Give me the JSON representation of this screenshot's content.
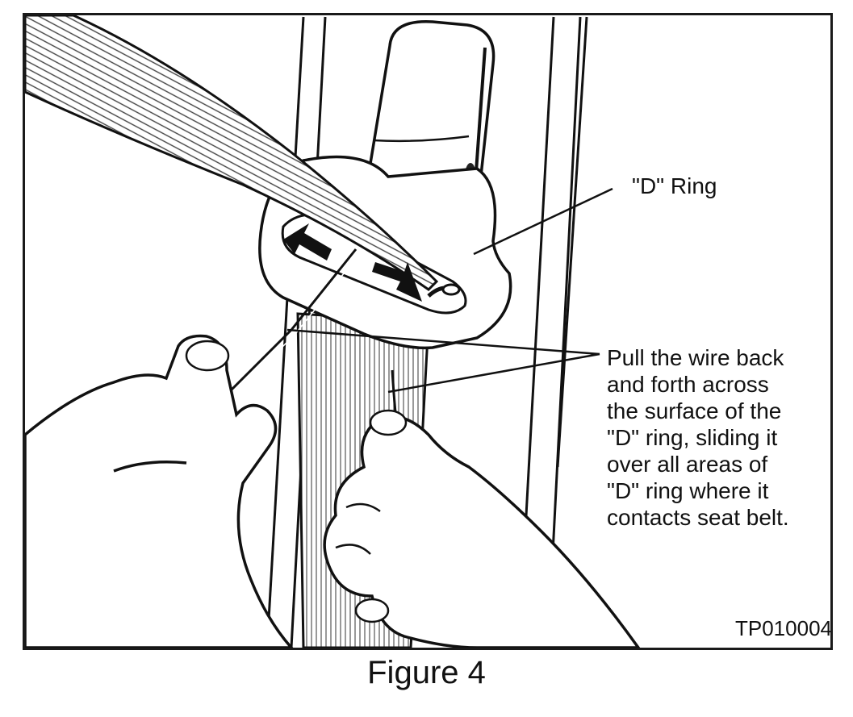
{
  "callouts": {
    "d_ring": "\"D\" Ring",
    "instruction_lines": [
      "Pull the wire back",
      "and forth across",
      "the surface of the",
      "\"D\" ring, sliding it",
      "over all areas of",
      "\"D\" ring where it",
      "contacts seat belt."
    ]
  },
  "figure_code": "TP010004",
  "caption": "Figure 4",
  "colors": {
    "ink": "#111111",
    "paper": "#ffffff",
    "frame": "#1a1a1a"
  }
}
